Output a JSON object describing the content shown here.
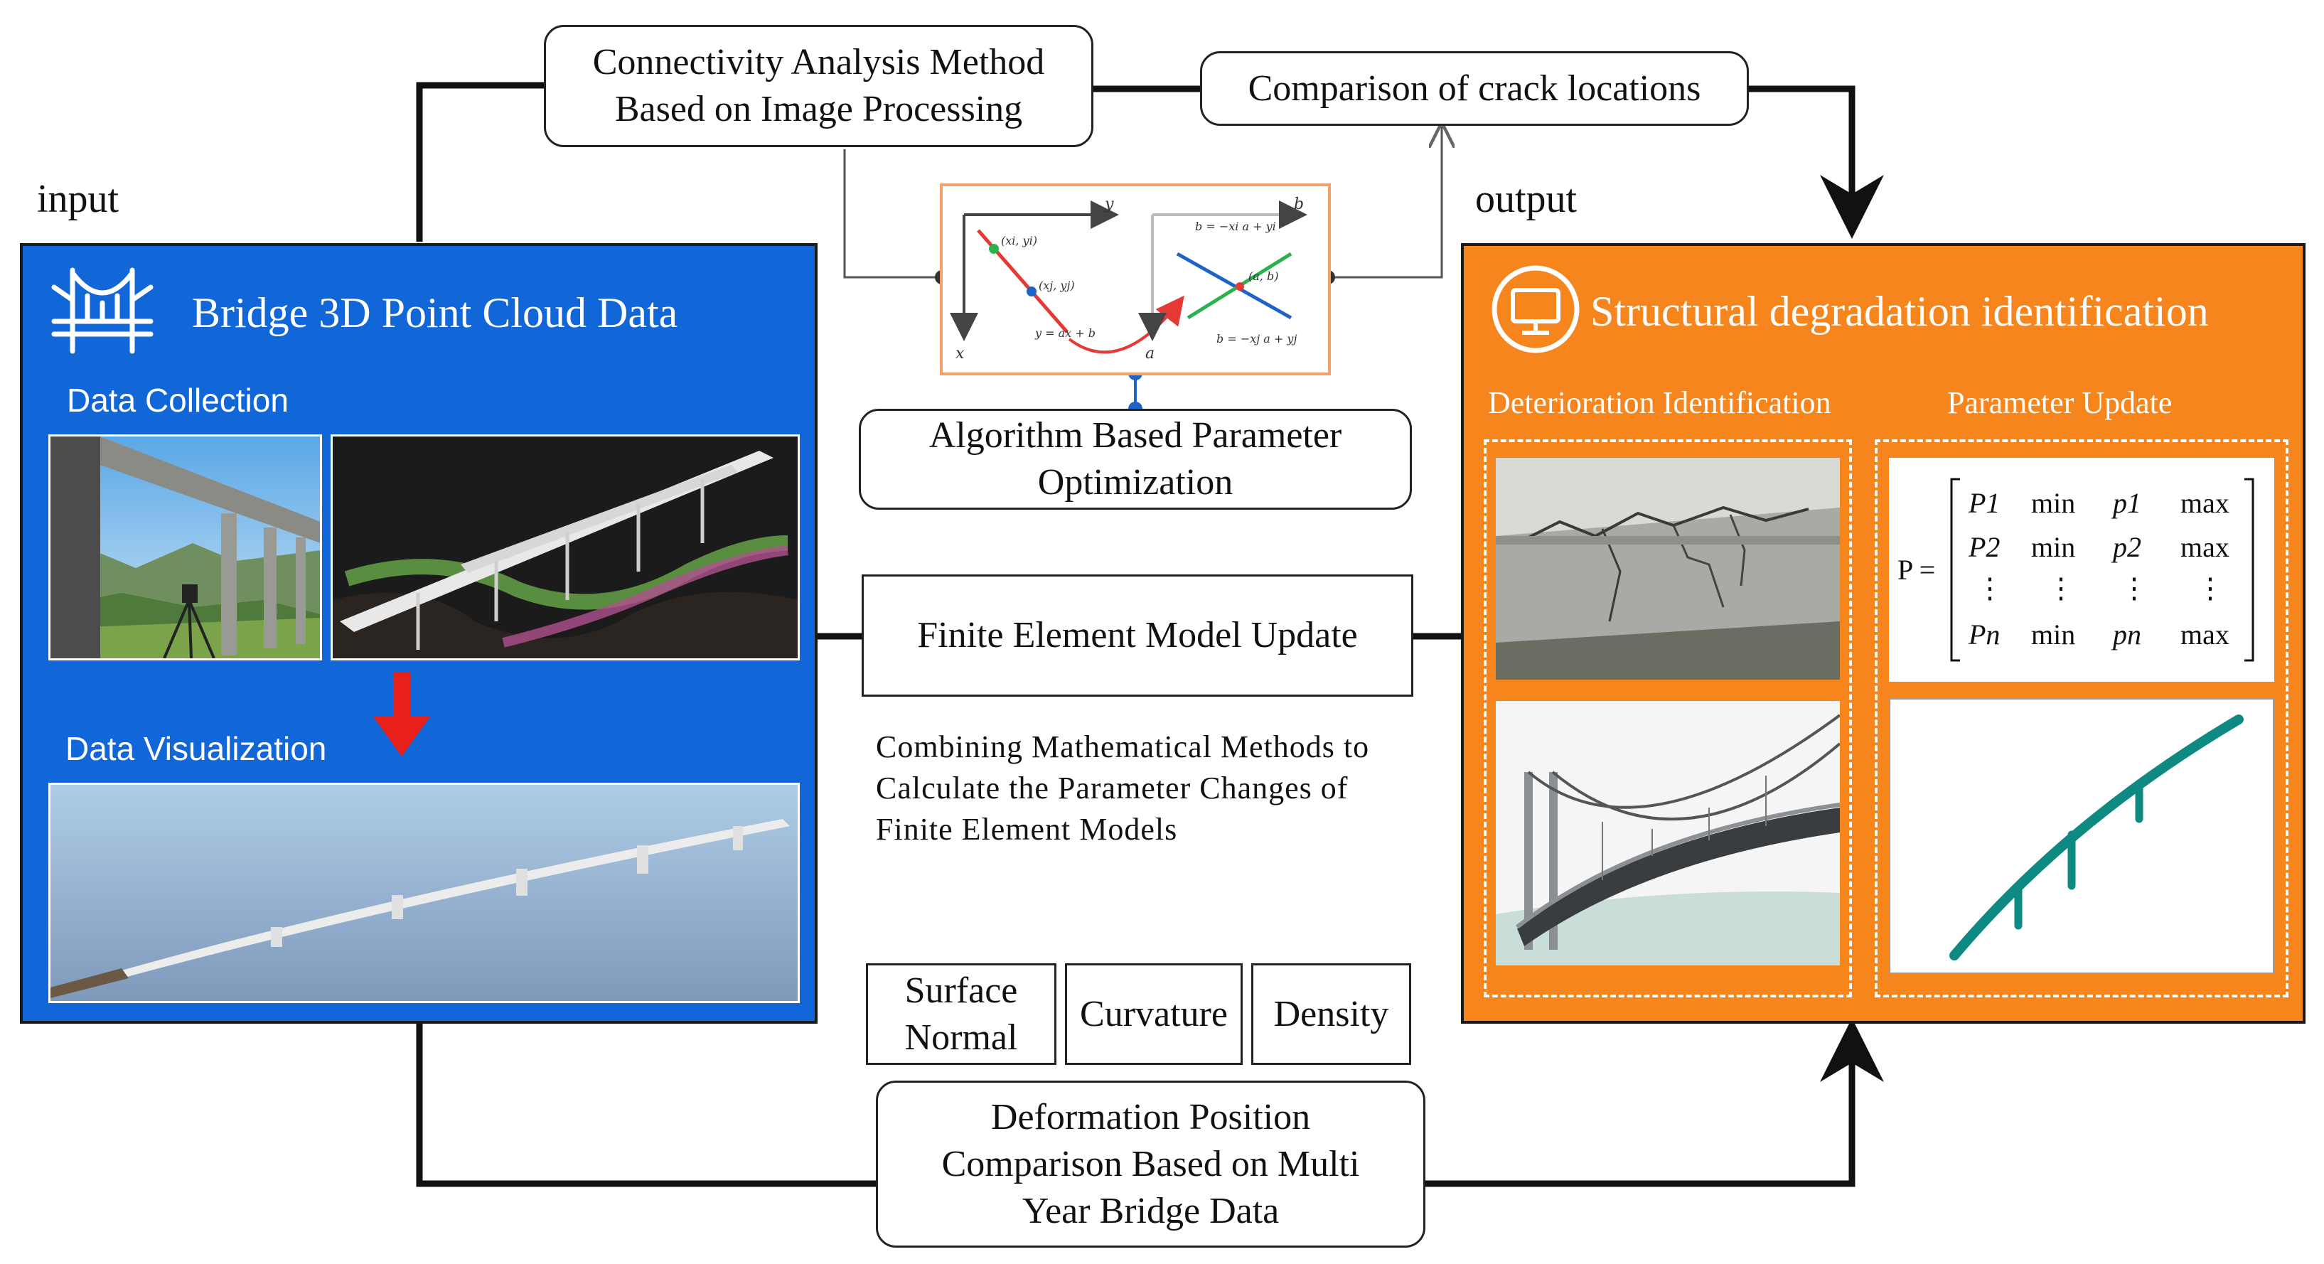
{
  "boxes": {
    "connectivity": "Connectivity Analysis Method Based on Image Processing",
    "comparison": "Comparison of crack locations",
    "algorithm": "Algorithm Based Parameter Optimization",
    "fem": "Finite Element Model Update",
    "deformation": "Deformation Position Comparison Based on Multi Year Bridge Data",
    "surface": "Surface Normal",
    "curvature": "Curvature",
    "density": "Density"
  },
  "labels": {
    "input": "input",
    "output": "output",
    "combining": "Combining Mathematical Methods to Calculate the Parameter Changes of Finite Element Models"
  },
  "input_panel": {
    "title": "Bridge 3D Point Cloud Data",
    "data_collection": "Data Collection",
    "data_visualization": "Data Visualization"
  },
  "output_panel": {
    "title": "Structural degradation identification",
    "deterioration": "Deterioration Identification",
    "parameter_update": "Parameter Update"
  },
  "hough": {
    "y": "y",
    "x": "x",
    "b": "b",
    "a": "a",
    "pi": "(xi, yi)",
    "pj": "(xj, yj)",
    "line": "y = ax + b",
    "ab": "(a, b)",
    "eq1": "b = −xi a + yi",
    "eq2": "b = −xj a + yj"
  },
  "matrix": {
    "lhs": "P =",
    "rows": [
      [
        "P1",
        "min",
        "p1",
        "max"
      ],
      [
        "P2",
        "min",
        "p2",
        "max"
      ],
      [
        "⋮",
        "⋮",
        "⋮",
        "⋮"
      ],
      [
        "Pn",
        "min",
        "pn",
        "max"
      ]
    ]
  },
  "colors": {
    "input_panel": "#1167d8",
    "output_panel": "#f5851c",
    "arrow_red": "#e8201a",
    "line_red": "#e53935",
    "line_green": "#2bb24c",
    "line_blue": "#1e63c7",
    "teal_model": "#0f8a82"
  }
}
